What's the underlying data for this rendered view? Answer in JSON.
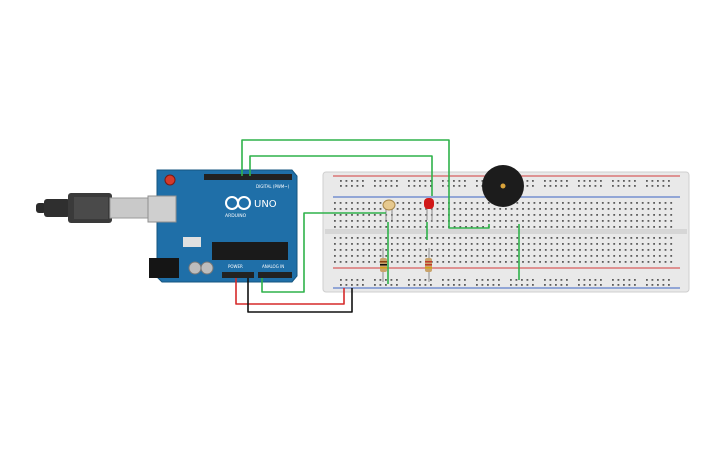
{
  "arduino": {
    "model_label": "UNO",
    "brand_label": "ARDUINO",
    "digital_header_label": "DIGITAL (PWM~)",
    "power_header_label": "POWER",
    "analog_header_label": "ANALOG IN",
    "board_color": "#1f6fa8",
    "board_edge_color": "#15557f",
    "header_color": "#222222",
    "chip_color": "#1a1a1a"
  },
  "breadboard": {
    "body_color": "#e9e9e9",
    "rail_red_color": "#d43c3c",
    "rail_blue_color": "#3a64c4",
    "hole_color": "#5c5c5c"
  },
  "components": {
    "photoresistor": "photoresistor",
    "led": "red-led",
    "buzzer": "piezo-buzzer",
    "resistors": [
      "resistor-1",
      "resistor-2"
    ],
    "usb_cable": "usb-cable",
    "dc_jack": "dc-power-jack"
  },
  "wires": {
    "signal_color": "#2fb24a",
    "power_color": "#d62a2a",
    "ground_color": "#111111",
    "lead_color": "#8a8a8a"
  },
  "colors": {
    "led_red": "#d01818",
    "buzzer_black": "#1c1c1c",
    "resistor_body": "#c9a36b"
  }
}
